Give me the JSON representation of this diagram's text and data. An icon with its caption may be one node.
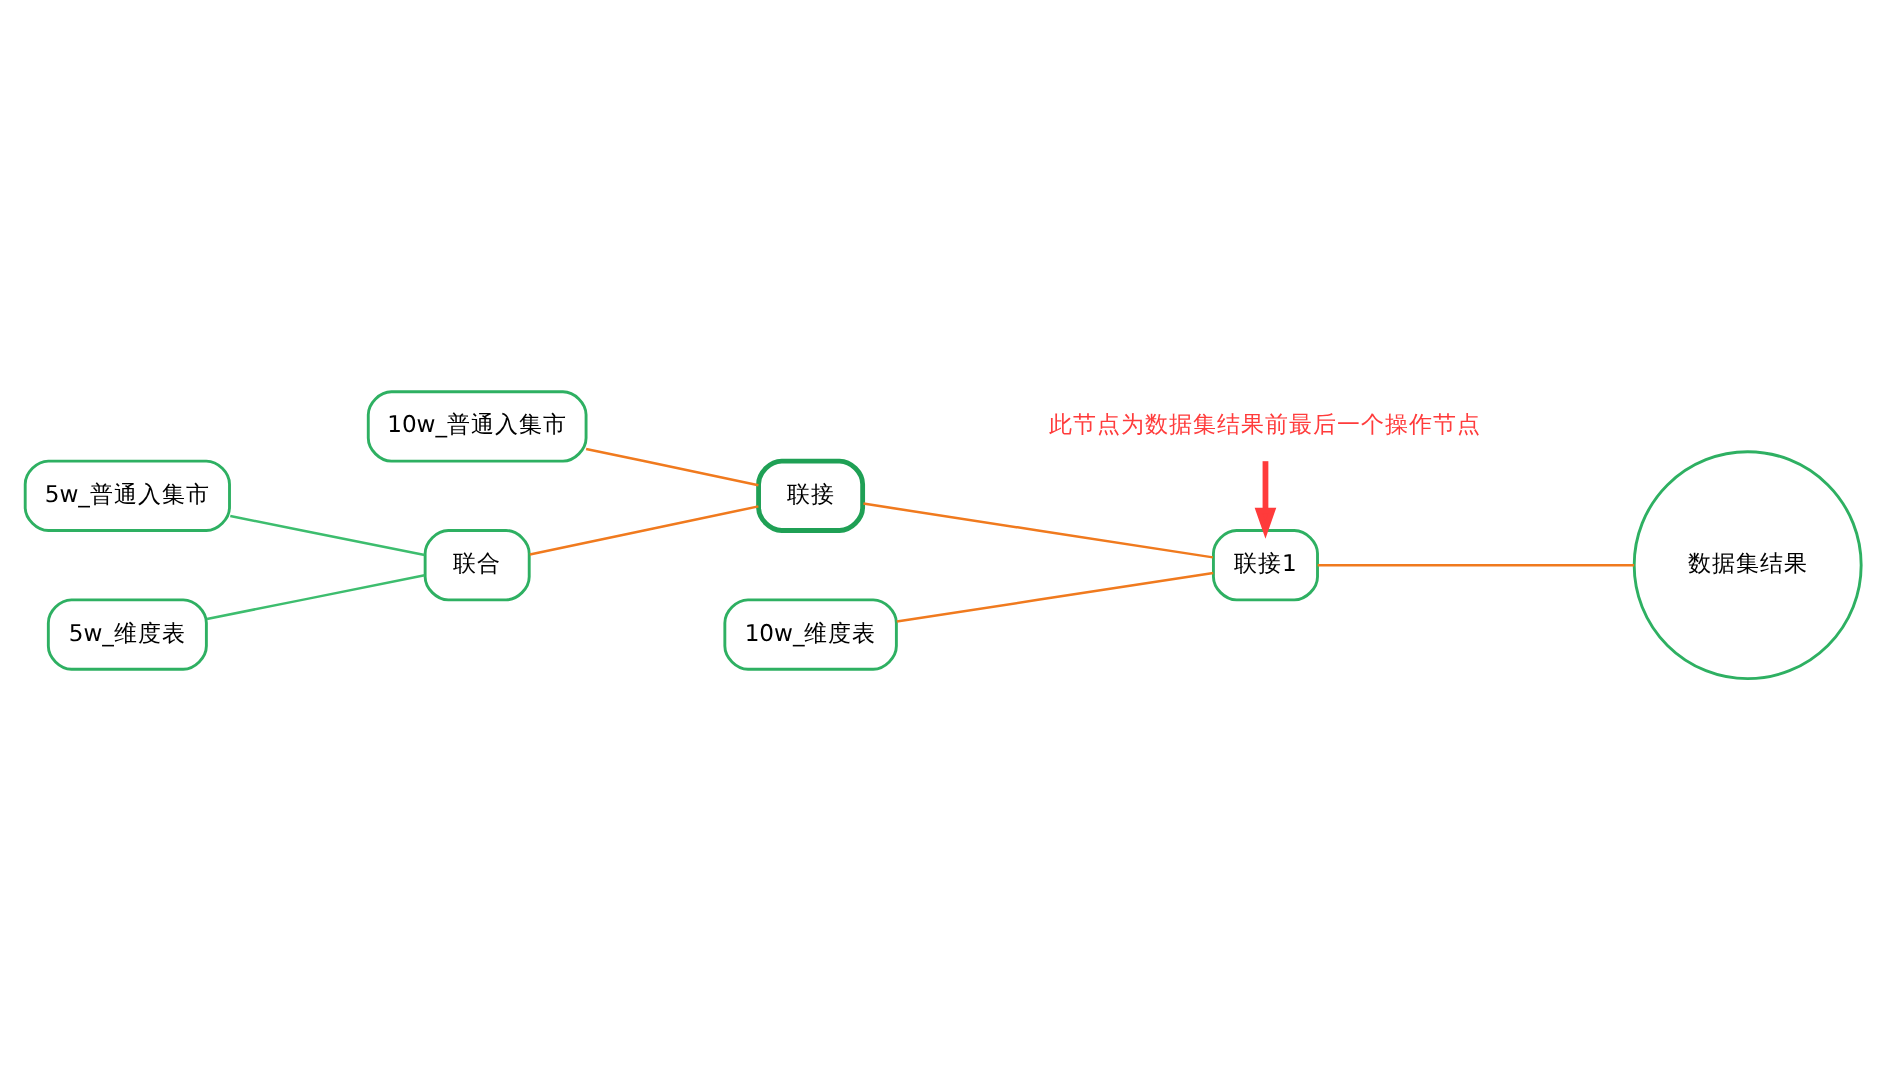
{
  "diagram": {
    "nodes": [
      {
        "text": [
          "10w_普通入集市"
        ]
      },
      {
        "text": [
          "5w_普通入集市"
        ]
      },
      {
        "text": [
          "5w_维度表"
        ]
      },
      {
        "text": [
          "10w_维度表"
        ]
      },
      {
        "text": [
          "联合"
        ]
      },
      {
        "text": [
          "联接"
        ]
      },
      {
        "text": [
          "联接1"
        ]
      },
      {
        "text": [
          "数据集结果"
        ]
      },
      {
        "text": [
          "此节点为数据集结果前最后一个操作节点"
        ]
      }
    ],
    "edges": [
      {
        "from": 0,
        "to": 5,
        "arrow": "none"
      },
      {
        "from": 1,
        "to": 4,
        "arrow": "none",
        "color": "#3dbd6e"
      },
      {
        "from": 2,
        "to": 4,
        "arrow": "none",
        "color": "#3dbd6e"
      },
      {
        "from": 4,
        "to": 5,
        "arrow": "none"
      },
      {
        "from": 5,
        "to": 6,
        "arrow": "none"
      },
      {
        "from": 3,
        "to": 6,
        "arrow": "none"
      },
      {
        "from": 6,
        "to": 7,
        "arrow": "none"
      },
      {
        "from": 8,
        "to": 6,
        "arrow": "to",
        "style": "thick",
        "color": "#ff3b3b"
      }
    ]
  }
}
